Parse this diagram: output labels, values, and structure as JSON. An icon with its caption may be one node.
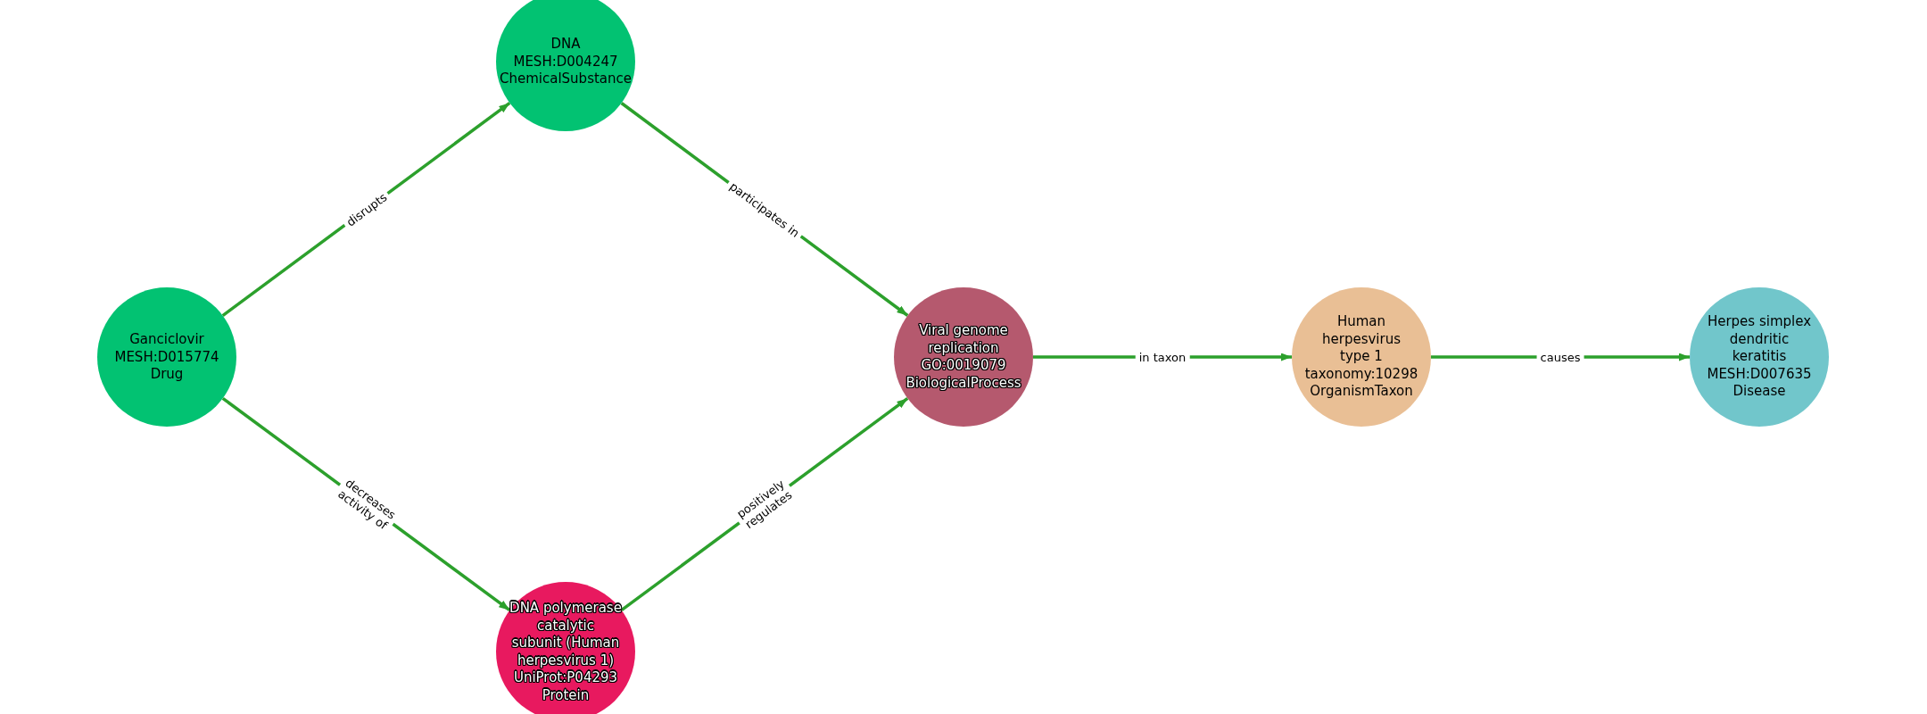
{
  "diagram": {
    "nodes": [
      {
        "text": [
          "Ganciclovir",
          "MESH:D015774",
          "Drug"
        ]
      },
      {
        "text": [
          "DNA",
          "MESH:D004247",
          "ChemicalSubstance"
        ]
      },
      {
        "text": [
          "Viral genome replication",
          "GO:0019079",
          "BiologicalProcess"
        ]
      },
      {
        "text": [
          "DNA polymerase catalytic subunit (Human herpesvirus 1)",
          "UniProt:P04293",
          "Protein"
        ]
      },
      {
        "text": [
          "Human herpesvirus type 1",
          "taxonomy:10298",
          "OrganismTaxon"
        ]
      },
      {
        "text": [
          "Herpes simplex dendritic keratitis",
          "MESH:D007635",
          "Disease"
        ]
      }
    ],
    "edges": [
      {
        "from": 0,
        "to": 1,
        "arrow": "to",
        "label": "disrupts"
      },
      {
        "from": 0,
        "to": 3,
        "arrow": "to",
        "label": "decreases activity of"
      },
      {
        "from": 1,
        "to": 2,
        "arrow": "to",
        "label": "participates in"
      },
      {
        "from": 3,
        "to": 2,
        "arrow": "to",
        "label": "positively regulates"
      },
      {
        "from": 2,
        "to": 4,
        "arrow": "to",
        "label": "in taxon"
      },
      {
        "from": 4,
        "to": 5,
        "arrow": "to",
        "label": "causes"
      }
    ]
  }
}
